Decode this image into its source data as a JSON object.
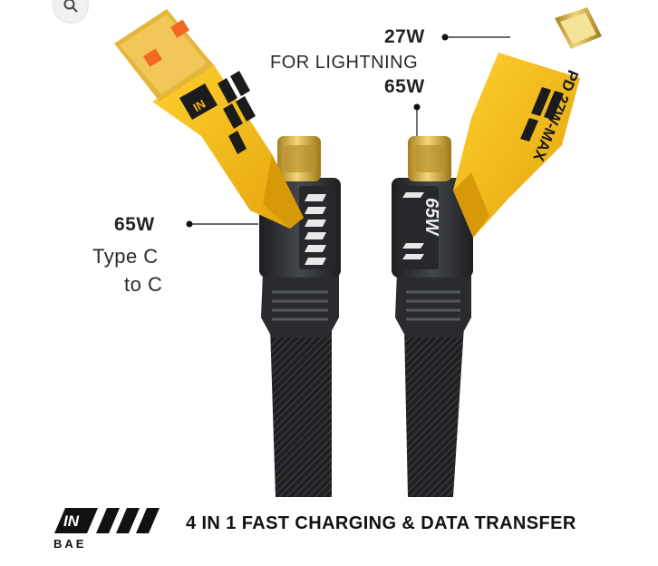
{
  "product": {
    "engraving_pd": "PD 27W-MAX",
    "engraving_65w": "65W",
    "engraving_logo": "IN"
  },
  "callouts": {
    "lightning_watt": "27W",
    "lightning_label": "FOR LIGHTNING",
    "usbc_top_watt": "65W",
    "typec_watt": "65W",
    "typec_line1": "Type C",
    "typec_line2": "to C"
  },
  "brand": {
    "logo_text": "IN",
    "logo_sub": "BAE"
  },
  "footer": {
    "tagline": "4 IN 1 FAST CHARGING & DATA TRANSFER"
  },
  "icons": {
    "zoom": "search-icon"
  },
  "colors": {
    "connector_yellow": "#f2b516",
    "connector_dark": "#2d2f33",
    "cable_black": "#1c1c1e",
    "metal_gold": "#d9b24a",
    "usb_orange": "#f26a21"
  }
}
